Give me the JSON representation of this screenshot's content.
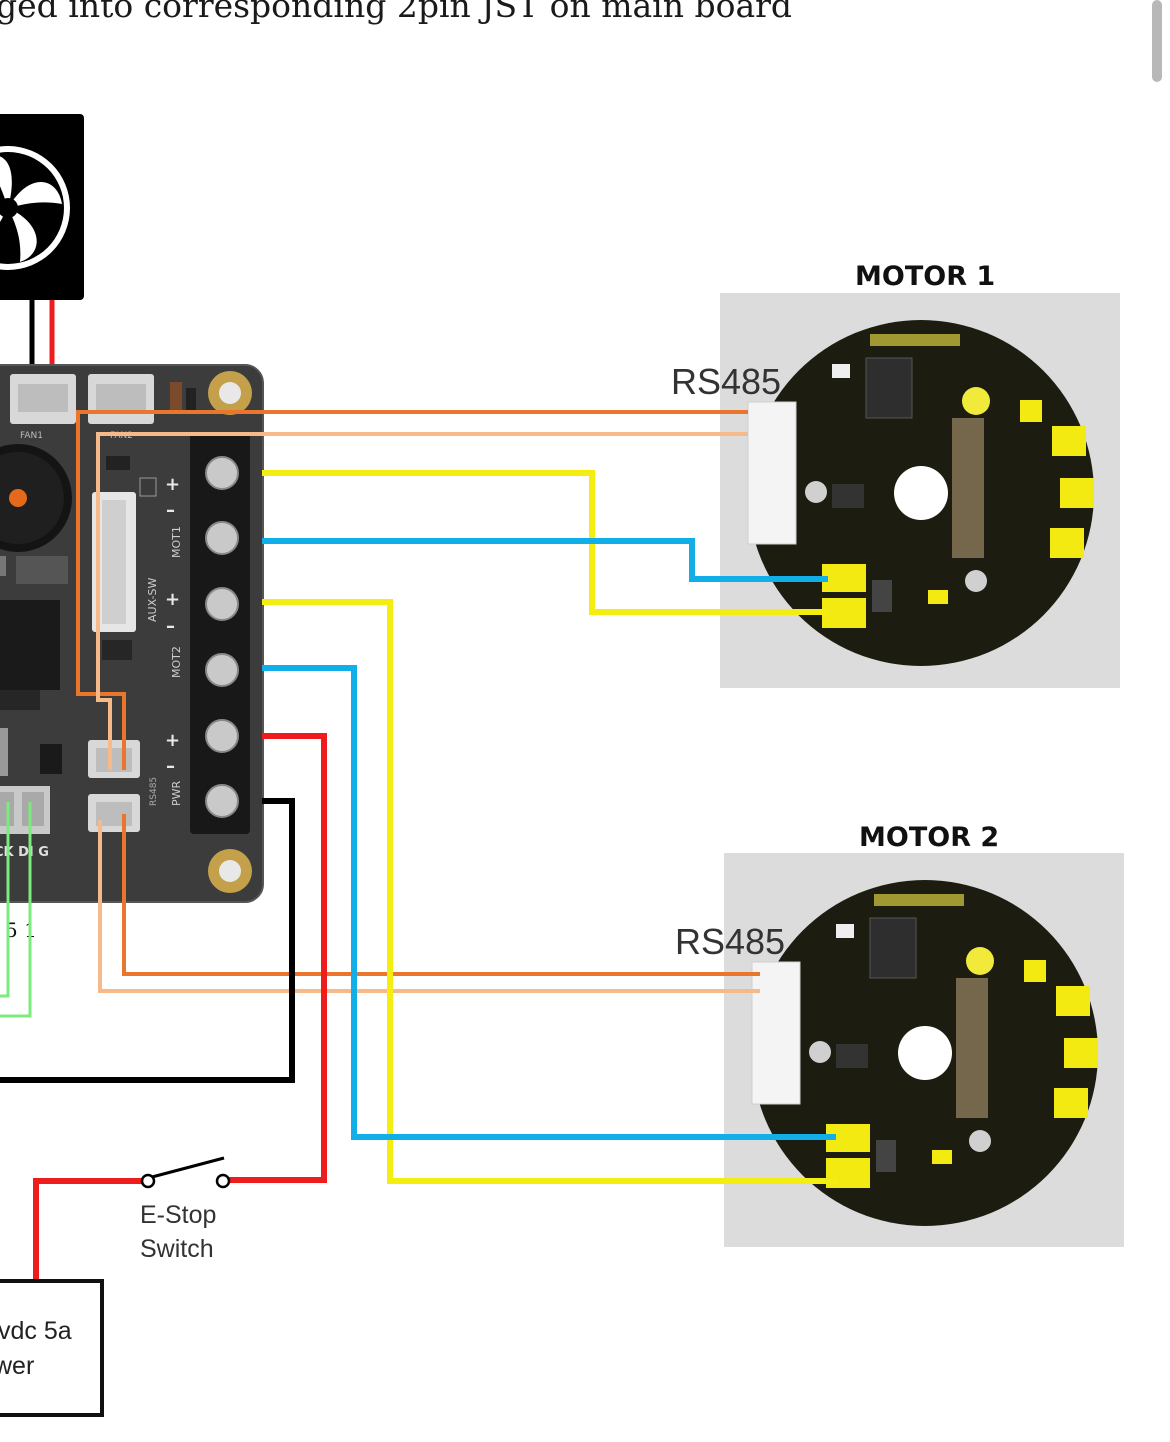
{
  "caption": "ged into corresponding 2pin JST on main board",
  "motors": [
    {
      "title": "MOTOR 1",
      "connector": "RS485"
    },
    {
      "title": "MOTOR 2",
      "connector": "RS485"
    }
  ],
  "board": {
    "fan_label": "FAN1",
    "fan2_label": "FAN2",
    "aux_label": "AUX-SW",
    "mot1_label": "MOT1",
    "mot2_label": "MOT2",
    "pwr_label": "PWR",
    "rs485_label": "RS485",
    "pins_label": "CK DI G",
    "pin_numbers": "5 1",
    "plus": "+",
    "minus": "–"
  },
  "estop": {
    "line1": "E-Stop",
    "line2": "Switch"
  },
  "power": {
    "line1": "vdc 5a",
    "line2": "wer"
  },
  "colors": {
    "orange": "#e9762b",
    "peach": "#f5b98a",
    "yellow": "#f4ee10",
    "blue": "#12aee8",
    "red": "#ee1c1c",
    "black": "#000000",
    "green": "#7dea7d",
    "board": "#3a3a3a",
    "pcb": "#1c1d10"
  }
}
